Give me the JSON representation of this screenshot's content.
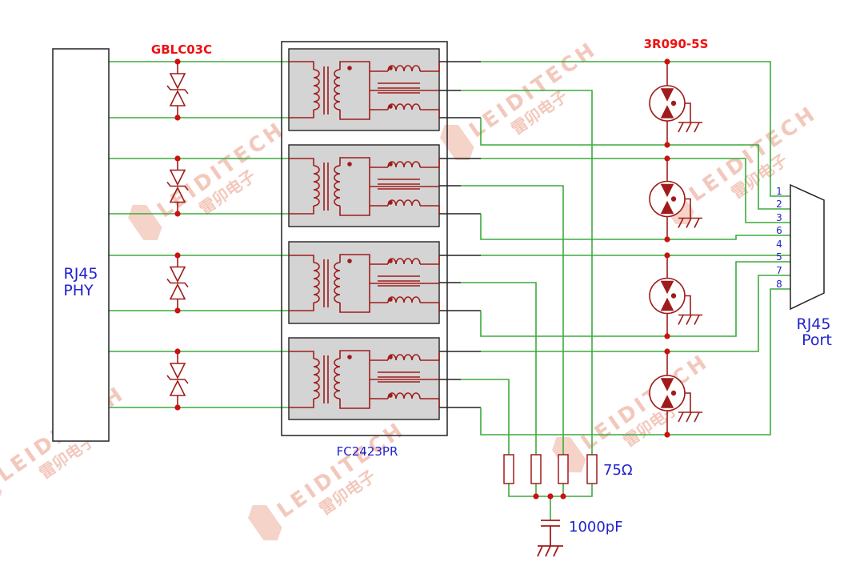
{
  "labels": {
    "phy_line1": "RJ45",
    "phy_line2": "PHY",
    "tvs_part": "GBLC03C",
    "gdt_part": "3R090-5S",
    "transformer_part": "FC2423PR",
    "port_line1": "RJ45",
    "port_line2": "Port",
    "resistor_value": "75Ω",
    "capacitor_value": "1000pF"
  },
  "pins": [
    "1",
    "2",
    "3",
    "6",
    "4",
    "5",
    "7",
    "8"
  ],
  "watermark": {
    "brand": "LEIDITECH",
    "brand_cn": "雷卯电子"
  },
  "colors": {
    "wire": "#3cac3c",
    "component": "#a01c1c",
    "node": "#cc1111",
    "transformer_fill": "#d4d4d4",
    "label_blue": "#2222cc",
    "label_red": "#ee1111",
    "watermark": "#f3c8bc",
    "outline": "#222222"
  }
}
